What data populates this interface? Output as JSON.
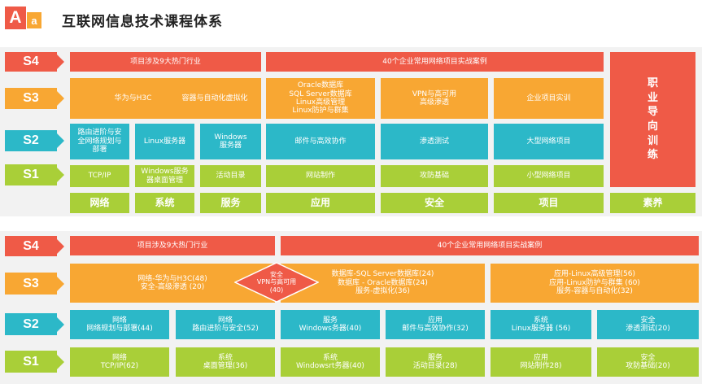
{
  "header": {
    "logo_big": "A",
    "logo_small": "a",
    "title": "互联网信息技术课程体系"
  },
  "levels": {
    "s4": "S4",
    "s3": "S3",
    "s2": "S2",
    "s1": "S1"
  },
  "top": {
    "s4": {
      "industry": "项目涉及9大热门行业",
      "cases": "40个企业常用网络项目实战案例"
    },
    "s3": {
      "huawei": "华为与H3C",
      "container": "容器与自动化虚拟化",
      "oracle": "Oracle数据库\nSQL Server数据库\nLinux高级管理\nLinux防护与群集",
      "vpn": "VPN与高可用\n高级渗透",
      "enterprise": "企业项目实训"
    },
    "s2": {
      "routing": "路由进阶与安\n全网络规划与\n部署",
      "linux_server": "Linux服务器",
      "windows_server": "Windows\n服务器",
      "mail": "邮件与高效协作",
      "pentest": "渗透测试",
      "large_project": "大型网络项目"
    },
    "s1": {
      "tcpip": "TCP/IP",
      "windows_desktop": "Windows服务\n器桌面管理",
      "active_directory": "活动目录",
      "website": "网站制作",
      "attack_basics": "攻防基础",
      "small_project": "小型网络项目"
    },
    "career": "职\n业\n导\n向\n训\n练",
    "categories": [
      "网络",
      "系统",
      "服务",
      "应用",
      "安全",
      "项目",
      "素养"
    ]
  },
  "bottom": {
    "s4": {
      "industry": "项目涉及9大热门行业",
      "cases": "40个企业常用网络项目实战案例"
    },
    "s3": {
      "left": "网络-华为与H3C(48)\n安全-高级渗透 (20)",
      "diamond": "安全\nVPN与高可用\n(40)",
      "middle": "数据库-SQL Server数据库(24)\n数据库 - Oracle数据库(24)\n服务-虚拟化(36)",
      "right": "应用-Linux高级管理(56)\n应用-Linux防护与群集 (60)\n服务-容器与自动化(32)"
    },
    "s2": [
      "网络\n网络规划与部署(44)",
      "网络\n路由进阶与安全(52)",
      "服务\nWindows务器(40)",
      "应用\n邮件与高效协作(32)",
      "系统\nLinux服务器 (56)",
      "安全\n渗透测试(20)"
    ],
    "s1": [
      "网络\nTCP/IP(62)",
      "系统\n桌面管理(36)",
      "系统\nWindowsrt务器(40)",
      "服务\n活动目录(28)",
      "应用\n网站制作28)",
      "安全\n攻防基础(20)"
    ]
  },
  "colors": {
    "red": "#ef5a47",
    "orange": "#f8a733",
    "teal": "#2cb8c8",
    "green": "#a9cf38",
    "panel": "#f2f2f2"
  }
}
